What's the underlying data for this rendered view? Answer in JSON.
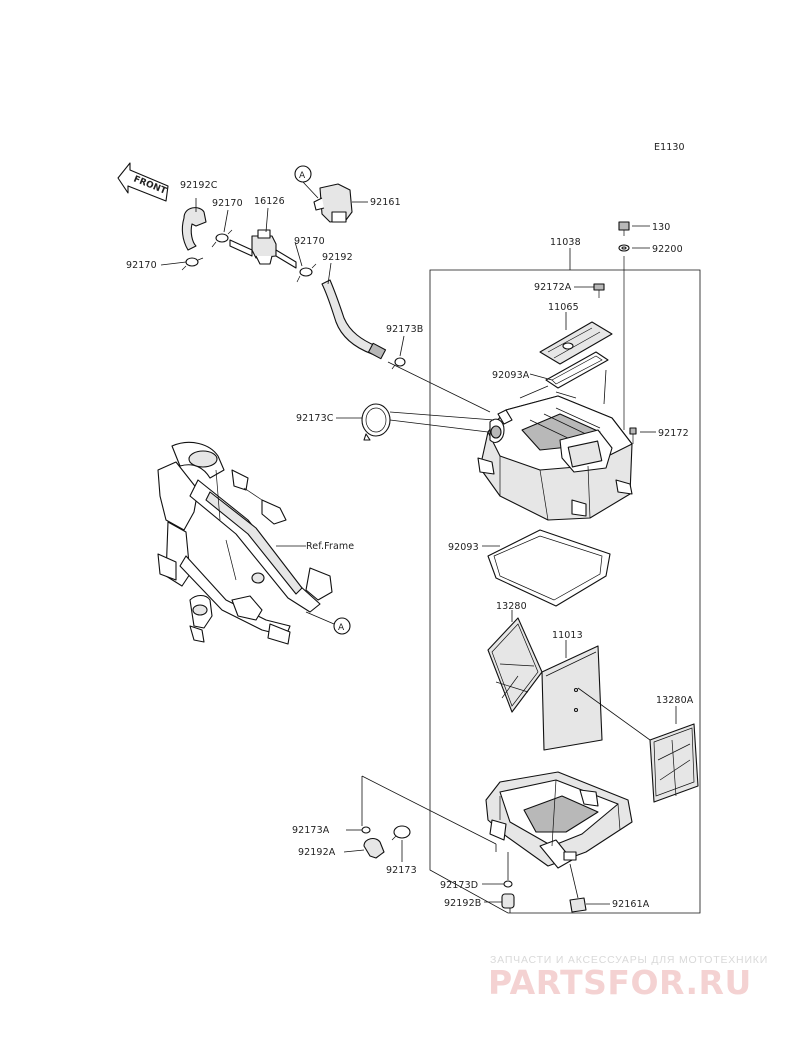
{
  "diagram_code": "E1130",
  "front_label": "FRONT",
  "ref_frame_label": "Ref.Frame",
  "marker_a": "A",
  "parts": {
    "p92192C": "92192C",
    "p92170_a": "92170",
    "p16126": "16126",
    "p92170_b": "92170",
    "p92161": "92161",
    "p92170_c": "92170",
    "p92192": "92192",
    "p92173B": "92173B",
    "p92173C": "92173C",
    "p130": "130",
    "p92200": "92200",
    "p11038": "11038",
    "p92172A": "92172A",
    "p11065": "11065",
    "p92093A": "92093A",
    "p92172": "92172",
    "p92093": "92093",
    "p13280": "13280",
    "p11013": "11013",
    "p13280A": "13280A",
    "p92173A": "92173A",
    "p92192A": "92192A",
    "p92173": "92173",
    "p92173D": "92173D",
    "p92192B": "92192B",
    "p92161A": "92161A"
  },
  "watermark": {
    "subtitle": "ЗАПЧАСТИ И АКСЕССУАРЫ ДЛЯ МОТОТЕХНИКИ",
    "logo": "PARTSFOR.RU"
  }
}
